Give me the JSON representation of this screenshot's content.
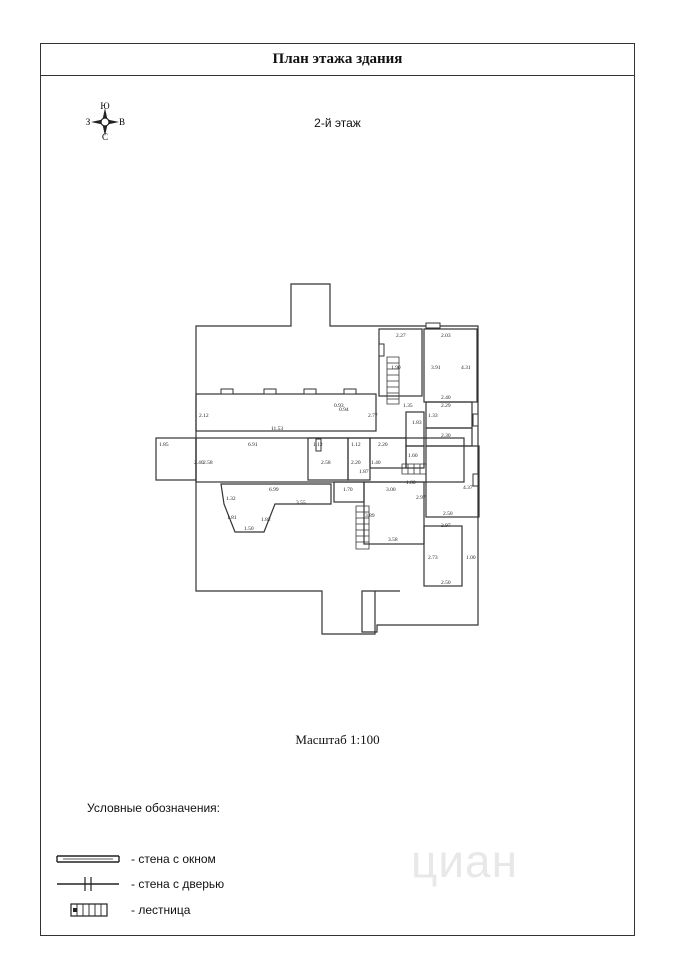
{
  "title": "План этажа здания",
  "floor": "2-й этаж",
  "scale": "Масштаб 1:100",
  "compass": {
    "n": "С",
    "s": "Ю",
    "e": "В",
    "w": "З"
  },
  "legend": {
    "title": "Условные обозначения:",
    "items": [
      {
        "label": "- стена с окном"
      },
      {
        "label": "- стена с дверью"
      },
      {
        "label": "- лестница"
      }
    ]
  },
  "watermark": "циан",
  "dims": [
    "2.27",
    "2.03",
    "1.90",
    "3.91",
    "4.31",
    "2.40",
    "2.29",
    "0.94",
    "2.77",
    "1.33",
    "1.35",
    "1.83",
    "2.12",
    "11.53",
    "1.85",
    "6.91",
    "1.12",
    "1.12",
    "2.20",
    "1.40",
    "1.60",
    "2.30",
    "2.40",
    "2.58",
    "2.58",
    "2.20",
    "1.80",
    "4.37",
    "6.99",
    "1.70",
    "3.00",
    "1.32",
    "3.55",
    "2.97",
    "1.81",
    "1.82",
    "1.50",
    "3.89",
    "2.50",
    "3.58",
    "2.97",
    "2.73",
    "1.00",
    "2.50",
    "0.93",
    "1.87"
  ]
}
